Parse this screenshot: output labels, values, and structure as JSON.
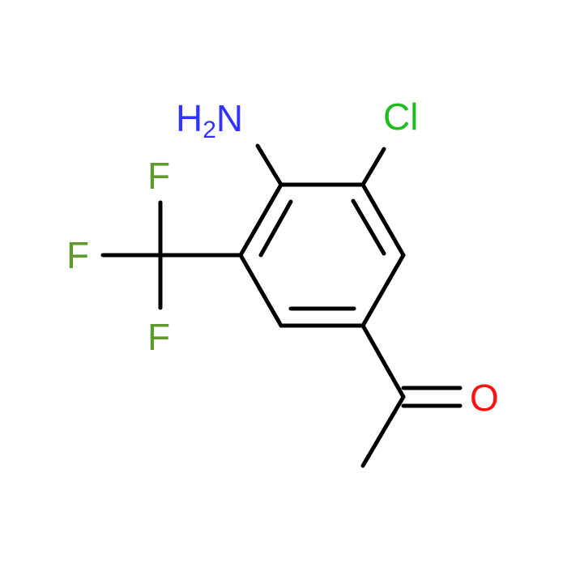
{
  "molecule": {
    "atoms": {
      "amino": {
        "text_main": "H",
        "text_sub": "2",
        "text_tail": "N",
        "color": "#3333ff"
      },
      "chloro": {
        "text": "Cl",
        "color": "#22bb22"
      },
      "fluoro_top": {
        "text": "F",
        "color": "#5e9a2e"
      },
      "fluoro_left": {
        "text": "F",
        "color": "#5e9a2e"
      },
      "fluoro_bottom": {
        "text": "F",
        "color": "#5e9a2e"
      },
      "oxygen": {
        "text": "O",
        "color": "#ff1111"
      }
    },
    "bond_color": "#000000"
  }
}
